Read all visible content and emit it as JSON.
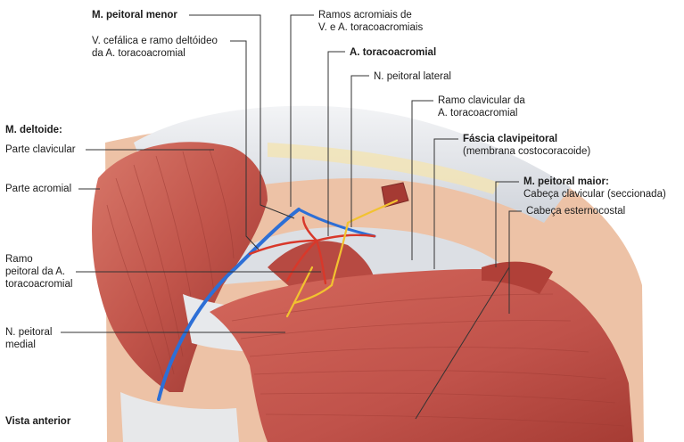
{
  "labels": {
    "m_peitoral_menor": "M. peitoral menor",
    "v_cefalica_1": "V. cefálica e ramo deltóideo",
    "v_cefalica_2": "da A. toracoacromial",
    "ramos_acromiais_1": "Ramos acromiais de",
    "ramos_acromiais_2": "V. e A. toracoacromiais",
    "a_toracoacromial": "A. toracoacromial",
    "n_peitoral_lateral": "N. peitoral lateral",
    "ramo_clavicular_1": "Ramo clavicular da",
    "ramo_clavicular_2": "A. toracoacromial",
    "m_deltoide": "M. deltoide:",
    "parte_clavicular": "Parte clavicular",
    "fascia_clavipeitoral": "Fáscia clavipeitoral",
    "membrana_costocoracoide": "(membrana costocoracoide)",
    "m_peitoral_maior": "M. peitoral maior:",
    "cabeca_clavicular": "Cabeça clavicular (seccionada)",
    "cabeca_esternocostal": "Cabeça esternocostal",
    "parte_acromial": "Parte acromial",
    "ramo_peitoral_1": "Ramo",
    "ramo_peitoral_2": "peitoral da A.",
    "ramo_peitoral_3": "toracoacromial",
    "n_peitoral_medial_1": "N. peitoral",
    "n_peitoral_medial_2": "medial",
    "vista_anterior": "Vista anterior"
  },
  "colors": {
    "muscle": "#c0524a",
    "muscle_light": "#d9786c",
    "muscle_dark": "#8e2f2b",
    "vein": "#2d6fd6",
    "artery": "#d8382a",
    "nerve": "#f2c230",
    "fascia": "#e6e8ec",
    "skin": "#edc2a6",
    "leader": "#333333"
  }
}
